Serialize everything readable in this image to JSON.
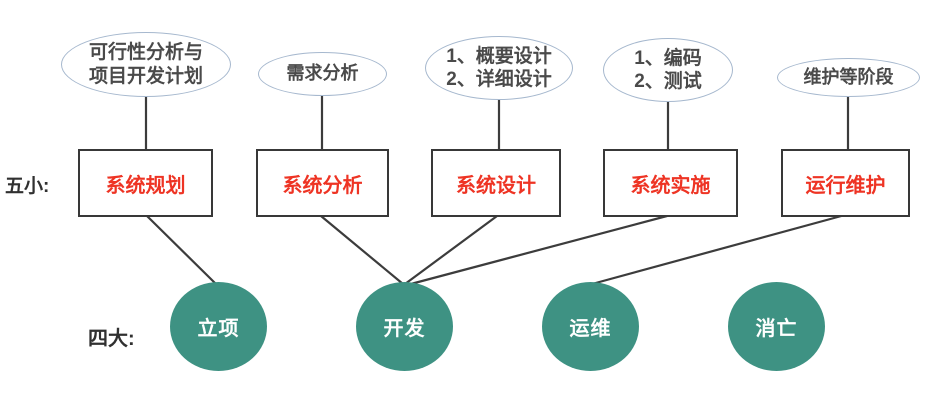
{
  "row_labels": {
    "top": "五小:",
    "bottom": "四大:"
  },
  "annotations": [
    {
      "name": "feasibility",
      "line1": "可行性分析与",
      "line2": "项目开发计划"
    },
    {
      "name": "requirements",
      "line1": "需求分析"
    },
    {
      "name": "design",
      "line1": "1、概要设计",
      "line2": "2、详细设计"
    },
    {
      "name": "coding-testing",
      "line1": "1、编码",
      "line2": "2、测试"
    },
    {
      "name": "maintenance",
      "line1": "维护等阶段"
    }
  ],
  "stages": [
    {
      "label": "系统规划"
    },
    {
      "label": "系统分析"
    },
    {
      "label": "系统设计"
    },
    {
      "label": "系统实施"
    },
    {
      "label": "运行维护"
    }
  ],
  "phases": [
    {
      "label": "立项"
    },
    {
      "label": "开发"
    },
    {
      "label": "运维"
    },
    {
      "label": "消亡"
    }
  ],
  "connections": [
    {
      "from": "系统规划",
      "to": "立项"
    },
    {
      "from": "系统分析",
      "to": "开发"
    },
    {
      "from": "系统设计",
      "to": "开发"
    },
    {
      "from": "系统实施",
      "to": "开发"
    },
    {
      "from": "运行维护",
      "to": "运维"
    },
    {
      "from": "可行性分析与项目开发计划",
      "to": "系统规划"
    },
    {
      "from": "需求分析",
      "to": "系统分析"
    },
    {
      "from": "1、概要设计 2、详细设计",
      "to": "系统设计"
    },
    {
      "from": "1、编码 2、测试",
      "to": "系统实施"
    },
    {
      "from": "维护等阶段",
      "to": "运行维护"
    }
  ],
  "colors": {
    "stage_text": "#EE3424",
    "phase_fill": "#3E9283",
    "phase_text": "#FFFFFF",
    "ellipse_border": "#A6B8CE",
    "annotation_text": "#4A4A4A",
    "connector_line": "#3C3C3C",
    "box_border": "#383838",
    "row_label_text": "#303030",
    "background": "#FFFFFF"
  }
}
